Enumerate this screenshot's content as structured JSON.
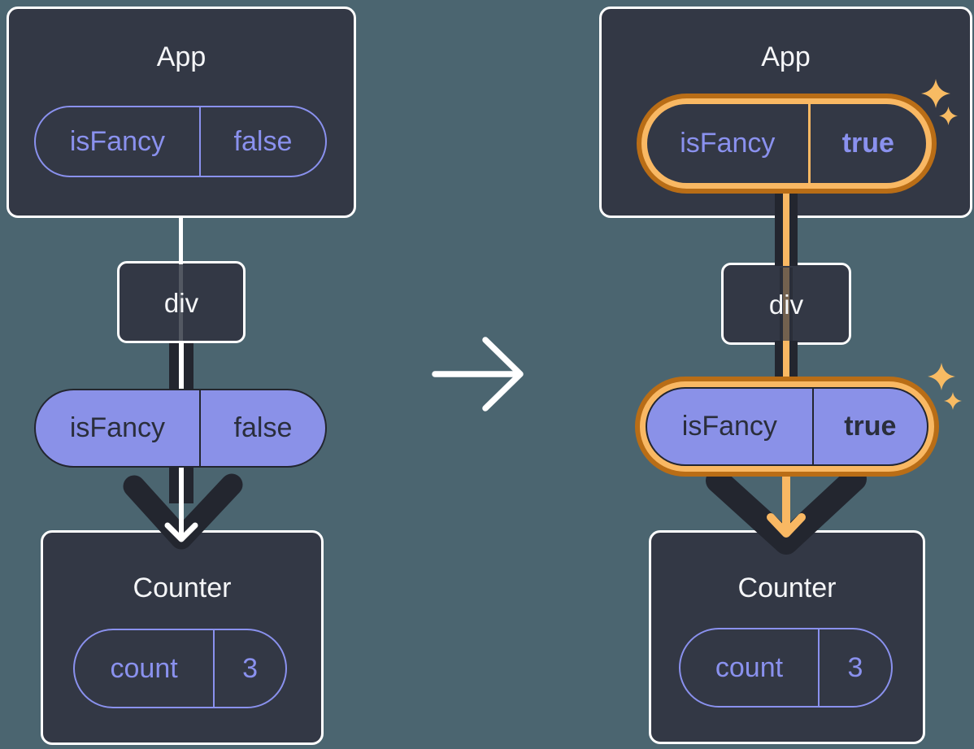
{
  "diagram": {
    "description": "prop flow comparison: isFancy false vs true",
    "left": {
      "app": {
        "title": "App",
        "prop_name": "isFancy",
        "prop_value": "false"
      },
      "div_label": "div",
      "passed_prop": {
        "name": "isFancy",
        "value": "false"
      },
      "counter": {
        "title": "Counter",
        "state_name": "count",
        "state_value": "3"
      }
    },
    "right": {
      "app": {
        "title": "App",
        "prop_name": "isFancy",
        "prop_value": "true"
      },
      "div_label": "div",
      "passed_prop": {
        "name": "isFancy",
        "value": "true"
      },
      "counter": {
        "title": "Counter",
        "state_name": "count",
        "state_value": "3"
      }
    },
    "icons": {
      "transition_arrow": "right-arrow-icon",
      "flow_arrow_left": "down-arrow-white",
      "flow_arrow_right": "down-arrow-orange",
      "sparkle": "four-point-sparkle-icon"
    },
    "colors": {
      "background": "#4B6570",
      "card_bg": "#333845",
      "card_border": "#FFFFFF",
      "purple": "#8A91EE",
      "purple_fill": "#8A91E8",
      "dark_text": "#2A2E3B",
      "arrow_dark": "#23262F",
      "highlight_orange_light": "#F9B863",
      "highlight_orange_dark": "#B96D16"
    }
  }
}
